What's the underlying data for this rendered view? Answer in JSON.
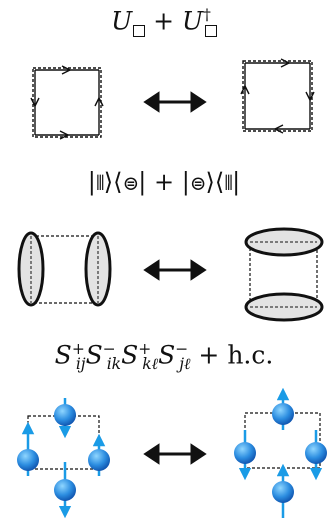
{
  "labels": {
    "plaquette": {
      "op": "U",
      "plus": " + ",
      "dagger": "†"
    },
    "dimer": {
      "bar": "|",
      "ket_vertical": "⦀",
      "ket_close": "⟩",
      "bra_open": "⟨",
      "bra_horizontal": "⊜",
      "plus": " + "
    },
    "spin": {
      "S": "S",
      "plus_sup": "+",
      "minus_sup": "−",
      "sub1": "ij",
      "sub2": "ik",
      "sub3": "kℓ",
      "sub4": "jℓ",
      "hc": " + h.c."
    }
  },
  "colors": {
    "line": "#111111",
    "dimer_fill": "#e3e3e3",
    "spin_arrow": "#1a9be6",
    "spin_ball_light": "#6fc7ff",
    "spin_ball_dark": "#0a55b8"
  },
  "rows": [
    {
      "name": "plaquette-row",
      "left": "counterclockwise loop",
      "right": "clockwise loop"
    },
    {
      "name": "dimer-row",
      "left": "vertical dimers",
      "right": "horizontal dimers"
    },
    {
      "name": "spin-row",
      "left": "spin configuration A",
      "right": "spin configuration B"
    }
  ]
}
